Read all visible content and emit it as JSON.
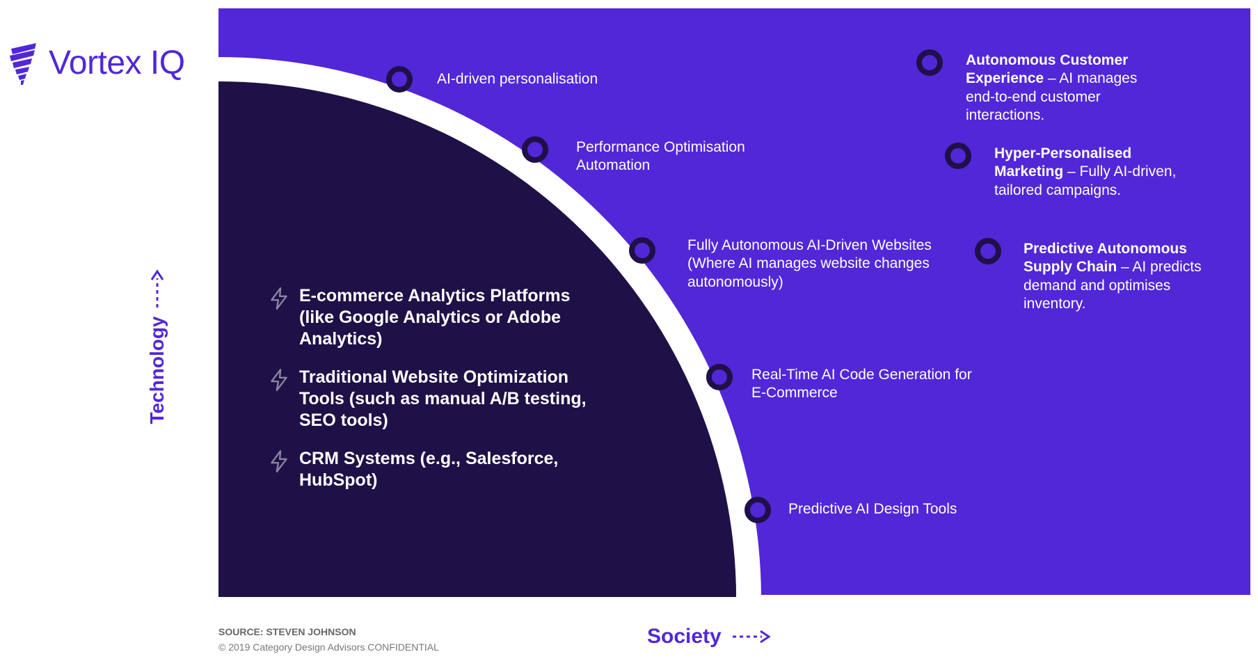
{
  "brand": {
    "name": "Vortex IQ",
    "accent": "#5127d8"
  },
  "axes": {
    "y_label": "Technology",
    "x_label": "Society"
  },
  "current_tools": [
    {
      "icon": "lightning-icon",
      "text": "E-commerce Analytics Platforms (like Google Analytics or Adobe Analytics)"
    },
    {
      "icon": "lightning-icon",
      "text": "Traditional Website Optimization Tools (such as manual A/B testing, SEO tools)"
    },
    {
      "icon": "lightning-icon",
      "text": "CRM Systems (e.g., Salesforce, HubSpot)"
    }
  ],
  "curve_points": [
    {
      "text": "AI-driven personalisation"
    },
    {
      "text": "Performance Optimisation Automation"
    },
    {
      "text": "Fully Autonomous AI-Driven Websites (Where AI manages website changes autonomously)"
    },
    {
      "text": "Real-Time AI Code Generation for E-Commerce"
    },
    {
      "text": "Predictive AI Design Tools"
    }
  ],
  "future_points": [
    {
      "title": "Autonomous Customer Experience",
      "desc": " – AI manages end-to-end customer interactions."
    },
    {
      "title": "Hyper-Personalised Marketing",
      "desc": " – Fully AI-driven, tailored campaigns."
    },
    {
      "title": "Predictive Autonomous Supply Chain",
      "desc": " – AI predicts demand and optimises inventory."
    }
  ],
  "footer": {
    "source": "SOURCE: STEVEN JOHNSON",
    "copyright": "© 2019 Category Design Advisors CONFIDENTIAL"
  },
  "colors": {
    "purple": "#5127d8",
    "dark": "#1f1047",
    "white": "#ffffff"
  }
}
